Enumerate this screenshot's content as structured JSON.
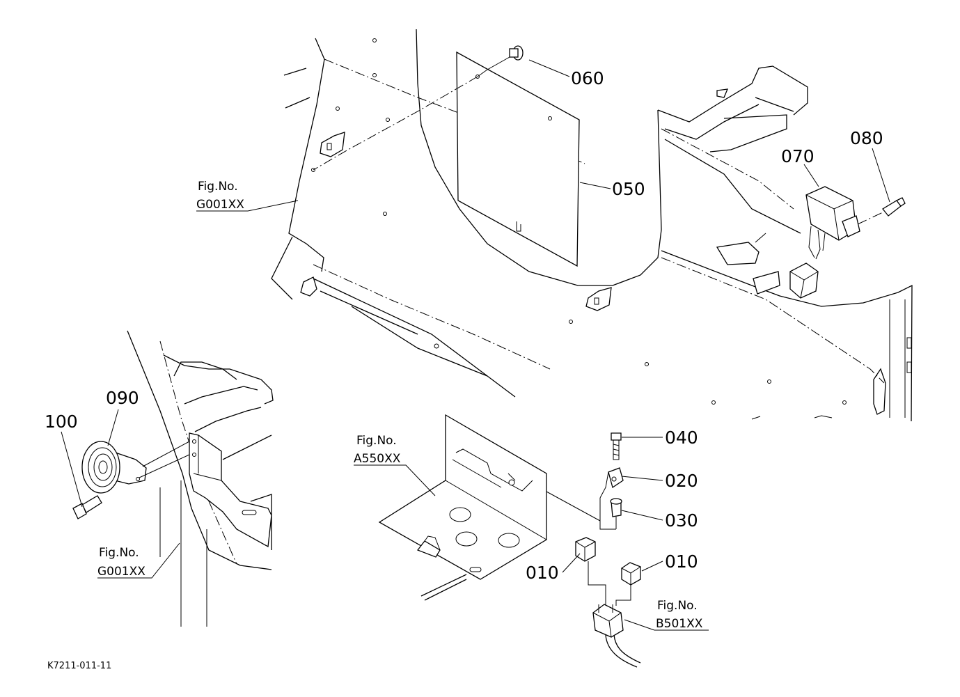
{
  "diagram_code": "K7211-011-11",
  "part_numbers": {
    "p010a": "010",
    "p010b": "010",
    "p020": "020",
    "p030": "030",
    "p040": "040",
    "p050": "050",
    "p060": "060",
    "p070": "070",
    "p080": "080",
    "p090": "090",
    "p100": "100"
  },
  "figure_refs": {
    "top_left": {
      "label": "Fig.No.",
      "code": "G001XX"
    },
    "bottom_left": {
      "label": "Fig.No.",
      "code": "G001XX"
    },
    "center": {
      "label": "Fig.No.",
      "code": "A550XX"
    },
    "bottom_right": {
      "label": "Fig.No.",
      "code": "B501XX"
    }
  }
}
